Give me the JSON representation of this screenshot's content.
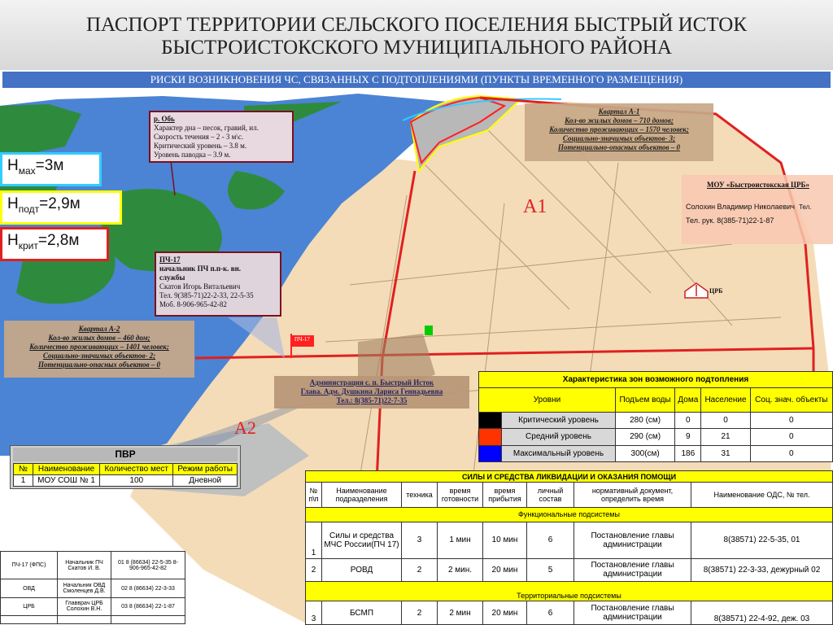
{
  "header": {
    "line1": "ПАСПОРТ ТЕРРИТОРИИ СЕЛЬСКОГО ПОСЕЛЕНИЯ БЫСТРЫЙ ИСТОК",
    "line2": "БЫСТРОИСТОКСКОГО МУНИЦИПАЛЬНОГО РАЙОНА"
  },
  "subtitle": "РИСКИ ВОЗНИКНОВЕНИЯ ЧС, СВЯЗАННЫХ С ПОДТОПЛЕНИЯМИ (ПУНКТЫ ВРЕМЕННОГО РАЗМЕЩЕНИЯ)",
  "levels": [
    {
      "base": "H",
      "sub": "мах",
      "val": "=3м",
      "color": "#33ccff"
    },
    {
      "base": "H",
      "sub": "подт",
      "val": "=2,9м",
      "color": "#ffff00"
    },
    {
      "base": "H",
      "sub": "крит",
      "val": "=2,8м",
      "color": "#e02020"
    }
  ],
  "river": {
    "title": "р. Обь",
    "lines": [
      "Характер дна – песок, гравий, ил.",
      "Скорость течения – 2 - 3 м\\с.",
      "Критический уровень – 3.8 м.",
      "Уровень паводка – 3.9 м."
    ]
  },
  "q1": {
    "title": "Квартал А-1",
    "lines": [
      "Кол-во жилых домов – 710 домов;",
      "Количество проживающих – 1570 человек;",
      "Социально-значимых объектов- 3;",
      "Потенциально-опасных объектов – 0"
    ]
  },
  "q2": {
    "title": "Квартал А-2",
    "lines": [
      "Кол-во жилых домов – 460 дом;",
      "Количество проживающих – 1401 человек;",
      "Социально-значимых объектов- 2;",
      "Потенциально-опасных объектов – 0"
    ]
  },
  "mou": {
    "title": "МОУ «Быстроистокская ЦРБ»",
    "name": "Солохин Владимир Николаевич",
    "tel_label": "Тел.",
    "tel": "Тел. рук. 8(385-71)22-1-87"
  },
  "pch": {
    "lines": [
      "ПЧ-17",
      "начальник ПЧ п.п-к. вн.",
      "службы",
      "Скатов Игорь Витальевич",
      "Тел. 9(385-71)22-2-33, 22-5-35",
      "Моб. 8-906-965-42-82"
    ]
  },
  "admin": {
    "lines": [
      "Администрация с. п. Быстрый Исток",
      "Глава. Адм. Душкина Лариса Геннадьевна",
      "Тел.: 8(385-71)22-7-35"
    ]
  },
  "labels": {
    "a1": "А1",
    "a2": "А2",
    "crb": "ЦРБ",
    "pch_flag": "ПЧ-17"
  },
  "pvr": {
    "title": "ПВР",
    "headers": [
      "№",
      "Наименование",
      "Количество мест",
      "Режим работы"
    ],
    "rows": [
      [
        "1",
        "МОУ СОШ № 1",
        "100",
        "Дневной"
      ]
    ]
  },
  "zones": {
    "title": "Характеристика зон возможного подтопления",
    "headers": [
      "Уровни",
      "Подъем воды",
      "Дома",
      "Население",
      "Соц. знач. объекты"
    ],
    "rows": [
      {
        "color": "#000000",
        "name": "Критический уровень",
        "rise": "280 (см)",
        "houses": "0",
        "pop": "0",
        "soc": "0"
      },
      {
        "color": "#ff3300",
        "name": "Средний уровень",
        "rise": "290 (см)",
        "houses": "9",
        "pop": "21",
        "soc": "0"
      },
      {
        "color": "#0000ff",
        "name": "Максимальный уровень",
        "rise": "300(см)",
        "houses": "186",
        "pop": "31",
        "soc": "0"
      }
    ]
  },
  "forces": {
    "title": "СИЛЫ И СРЕДСТВА ЛИКВИДАЦИИ И ОКАЗАНИЯ ПОМОЩИ",
    "headers": [
      "№ п\\п",
      "Наименование подразделения",
      "техника",
      "время готовности",
      "время прибытия",
      "личный состав",
      "нормативный документ, определить время",
      "Наименование ОДС, № тел."
    ],
    "sec1": "Функциональные подсистемы",
    "sec2": "Территориальные подсистемы",
    "rows1": [
      [
        "1",
        "Силы и средства МЧС России(ПЧ 17)",
        "3",
        "1 мин",
        "10 мин",
        "6",
        "Постановление главы администрации",
        "8(38571) 22-5-35, 01"
      ],
      [
        "2",
        "РОВД",
        "2",
        "2 мин.",
        "20 мин",
        "5",
        "Постановление главы администрации",
        "8(38571) 22-3-33, дежурный 02"
      ]
    ],
    "rows2": [
      [
        "3",
        "БСМП",
        "2",
        "2 мин",
        "20 мин",
        "6",
        "Постановление главы администрации",
        "8(38571) 22-4-92, деж. 03"
      ]
    ]
  },
  "contacts": {
    "rows": [
      [
        "ПЧ-17 (ФПС)",
        "Начальник ПЧ Скатов И. В.",
        "01 8 (86634) 22-5-35 8-906-965-42-82"
      ],
      [
        "ОВД",
        "Начальник ОВД Смоленцев Д.В.",
        "02 8 (86634) 22-3-33"
      ],
      [
        "ЦРБ",
        "Главврач ЦРБ Солохин В.Н.",
        "03 8 (86634) 22-1-87"
      ]
    ]
  }
}
